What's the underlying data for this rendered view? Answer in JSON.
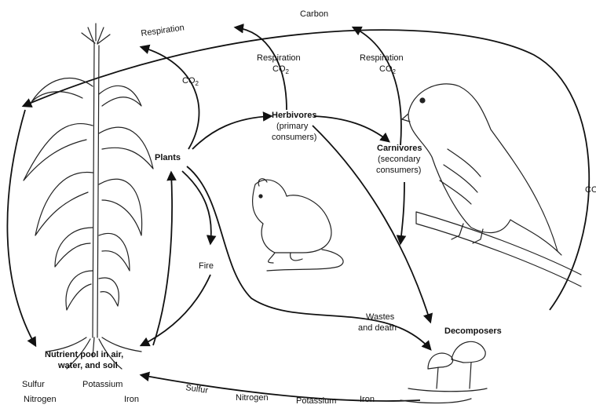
{
  "labels": {
    "carbon": "Carbon",
    "respiration_left": "Respiration",
    "co2_plants": "CO",
    "co2_plants_sub": "2",
    "respiration_herb": "Respiration",
    "co2_herb": "CO",
    "co2_herb_sub": "2",
    "respiration_carn": "Respiration",
    "co2_carn": "CO",
    "co2_carn_sub": "2",
    "co2_right": "CO",
    "herbivores": "Herbivores",
    "herbivores_sub1": "(primary",
    "herbivores_sub2": "consumers)",
    "carnivores": "Carnivores",
    "carnivores_sub1": "(secondary",
    "carnivores_sub2": "consumers)",
    "plants": "Plants",
    "fire": "Fire",
    "wastes": "Wastes",
    "and_death": "and death",
    "decomposers": "Decomposers",
    "nutrient_pool_1": "Nutrient pool in air,",
    "nutrient_pool_2": "water, and soil",
    "pool_sulfur": "Sulfur",
    "pool_potassium": "Potassium",
    "pool_nitrogen": "Nitrogen",
    "pool_iron": "Iron",
    "bottom_sulfur": "Sulfur",
    "bottom_nitrogen": "Nitrogen",
    "bottom_potassium": "Potassium",
    "bottom_iron": "Iron"
  },
  "illustrations": [
    "corn-plant",
    "mouse",
    "hawk",
    "mushrooms"
  ]
}
